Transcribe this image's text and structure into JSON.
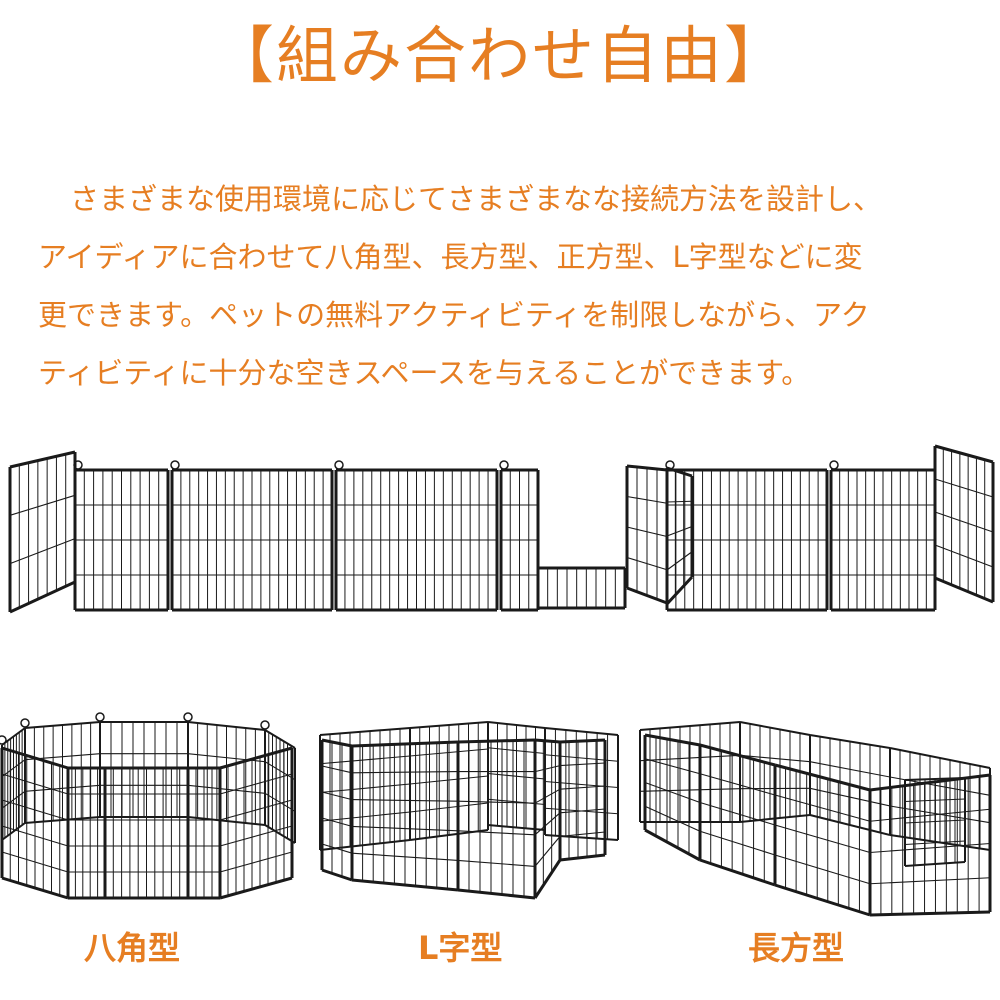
{
  "title": "【組み合わせ自由】",
  "description": {
    "lines": [
      "さまざまな使用環境に応じてさまざまなな接続方法を設計し、",
      "アイディアに合わせて八角型、長方型、正方型、L字型などに変",
      "更できます。ペットの無料アクティビティを制限しながら、アク",
      "ティビティに十分な空きスペースを与えることができます。"
    ]
  },
  "configurations": [
    {
      "label": "八角型",
      "icon": "octagon-pen-image"
    },
    {
      "label": "L字型",
      "icon": "l-shape-pen-image"
    },
    {
      "label": "長方型",
      "icon": "rectangle-pen-image"
    }
  ],
  "colors": {
    "accent": "#e67e22",
    "fence": "#1a1a1a"
  }
}
